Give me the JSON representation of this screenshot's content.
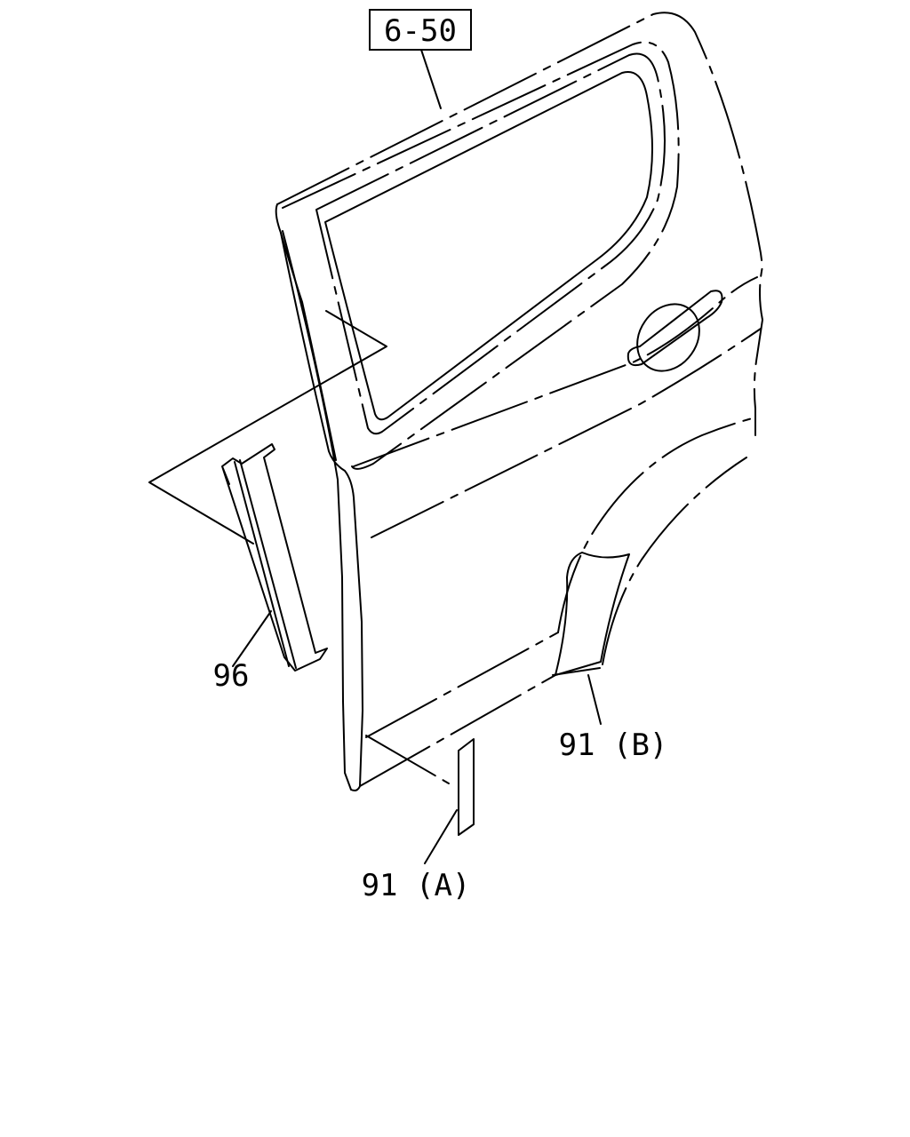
{
  "callouts": {
    "reference": "6-50",
    "part_96": "96",
    "part_91b": "91 (B)",
    "part_91a": "91 (A)"
  },
  "colors": {
    "line": "#000000",
    "background": "#ffffff"
  }
}
